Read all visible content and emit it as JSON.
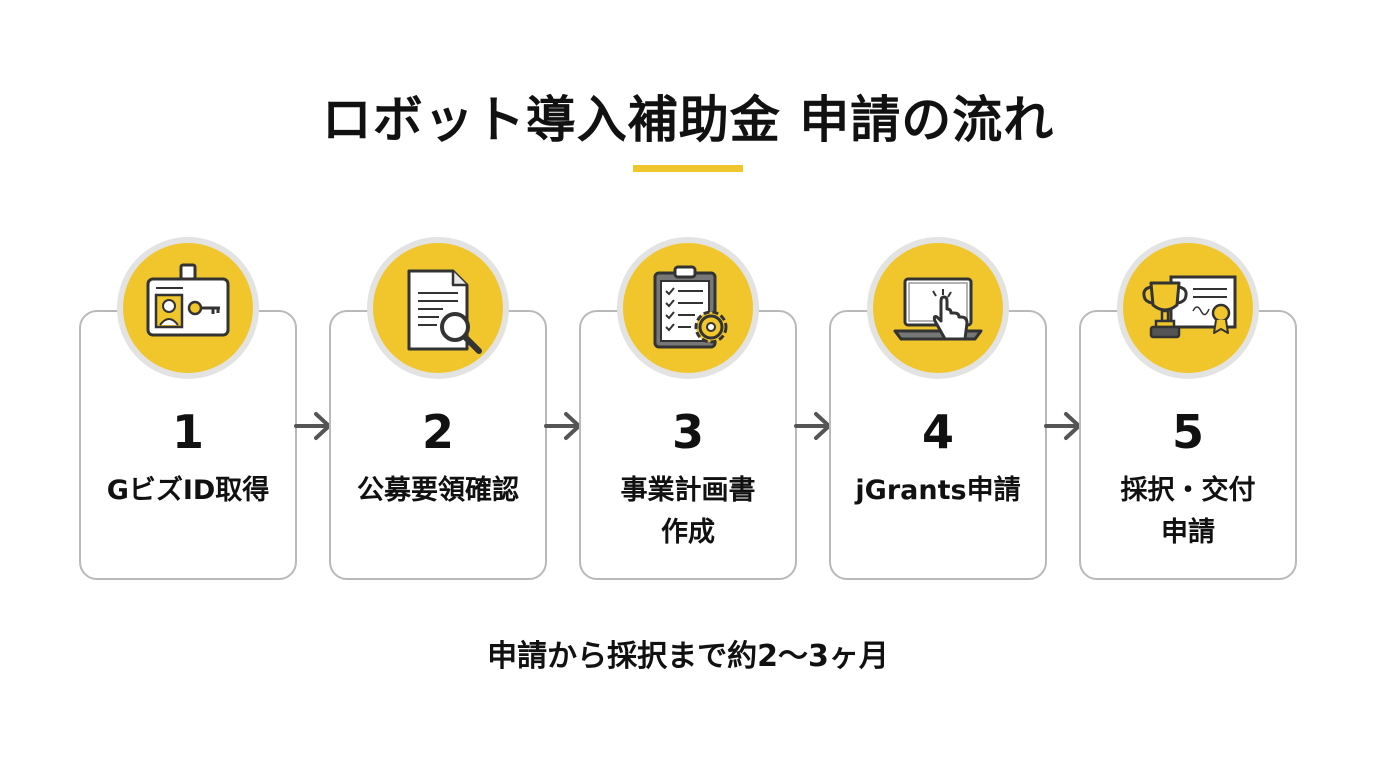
{
  "title": "ロボット導入補助金 申請の流れ",
  "footnote": "申請から採択まで約2〜3ヶ月",
  "colors": {
    "accent": "#f1c62c",
    "circle_ring": "#e3e3e3",
    "card_border": "#b9b9b9",
    "text": "#111111",
    "arrow": "#555555"
  },
  "steps": [
    {
      "number": "1",
      "label": "GビズID取得",
      "icon": "id-card-key-icon"
    },
    {
      "number": "2",
      "label": "公募要領確認",
      "icon": "document-magnifier-icon"
    },
    {
      "number": "3",
      "label": "事業計画書\n作成",
      "icon": "clipboard-checklist-gear-icon"
    },
    {
      "number": "4",
      "label": "jGrants申請",
      "icon": "laptop-click-icon"
    },
    {
      "number": "5",
      "label": "採択・交付\n申請",
      "icon": "trophy-certificate-icon"
    }
  ]
}
